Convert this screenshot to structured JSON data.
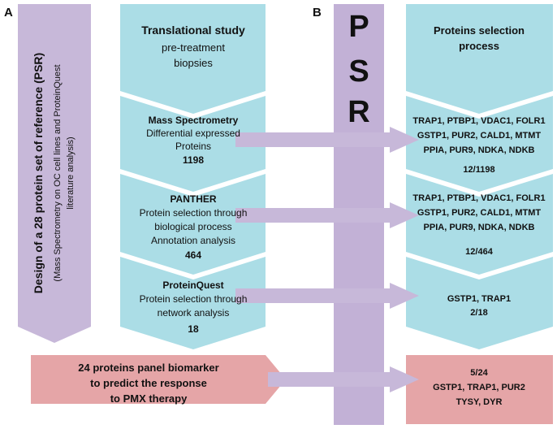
{
  "panel_labels": {
    "a": "A",
    "b": "B"
  },
  "left_arrow": {
    "title": "Design of a  28 protein set of reference (PSR)",
    "subtitle_line1": "(Mass Spectrometry  on OC cell lines  and  ProteinQuest",
    "subtitle_line2": "literature analysis)"
  },
  "translational": {
    "title": "Translational study",
    "line1": "pre-treatment",
    "line2": "biopsies"
  },
  "mass_spec": {
    "title": "Mass Spectrometry",
    "line1": "Differential expressed",
    "line2": "Proteins",
    "count": "1198"
  },
  "panther": {
    "title": "PANTHER",
    "line1": "Protein selection through",
    "line2": "biological process",
    "line3": "Annotation analysis",
    "count": "464"
  },
  "proteinquest": {
    "title": "ProteinQuest",
    "line1": "Protein selection through",
    "line2": "network analysis",
    "count": "18"
  },
  "psr_letters": [
    "P",
    "S",
    "R"
  ],
  "selection": {
    "title_line1": "Proteins selection",
    "title_line2": "process",
    "mass_spec": {
      "line1": "TRAP1, PTBP1, VDAC1, FOLR1",
      "line2": "GSTP1, PUR2, CALD1, MTMT",
      "line3": "PPIA, PUR9, NDKA, NDKB",
      "ratio": "12/1198"
    },
    "panther": {
      "line1": "TRAP1, PTBP1, VDAC1, FOLR1",
      "line2": "GSTP1, PUR2, CALD1, MTMT",
      "line3": "PPIA, PUR9, NDKA, NDKB",
      "ratio": "12/464"
    },
    "proteinquest": {
      "line1": "GSTP1, TRAP1",
      "ratio": "2/18"
    }
  },
  "panel": {
    "line1": "24 proteins panel biomarker",
    "line2": "to predict the response",
    "line3": "to PMX therapy"
  },
  "panel_result": {
    "ratio": "5/24",
    "line1": "GSTP1, TRAP1, PUR2",
    "line2": "TYSY, DYR"
  },
  "colors": {
    "blue": "#abdde6",
    "lavender": "#c7b8d9",
    "pink": "#e5a5a7",
    "psr_bar": "#c2b1d6"
  }
}
